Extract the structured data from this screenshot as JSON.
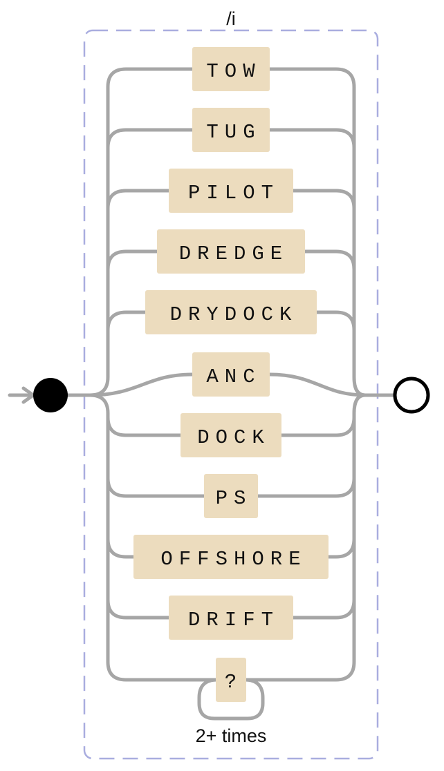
{
  "diagram": {
    "group_flag": "/i",
    "repeat_label": "2+ times",
    "alternatives": [
      {
        "text": "TOW"
      },
      {
        "text": "TUG"
      },
      {
        "text": "PILOT"
      },
      {
        "text": "DREDGE"
      },
      {
        "text": "DRYDOCK"
      },
      {
        "text": "ANC"
      },
      {
        "text": "DOCK"
      },
      {
        "text": "PS"
      },
      {
        "text": "OFFSHORE"
      },
      {
        "text": "DRIFT"
      },
      {
        "text": "?"
      }
    ],
    "colors": {
      "rail": "#a6a6a6",
      "literal_fill": "#ecdcbe",
      "group_border": "#a9addf",
      "start_node": "#000000",
      "end_node": "#ffffff"
    }
  }
}
